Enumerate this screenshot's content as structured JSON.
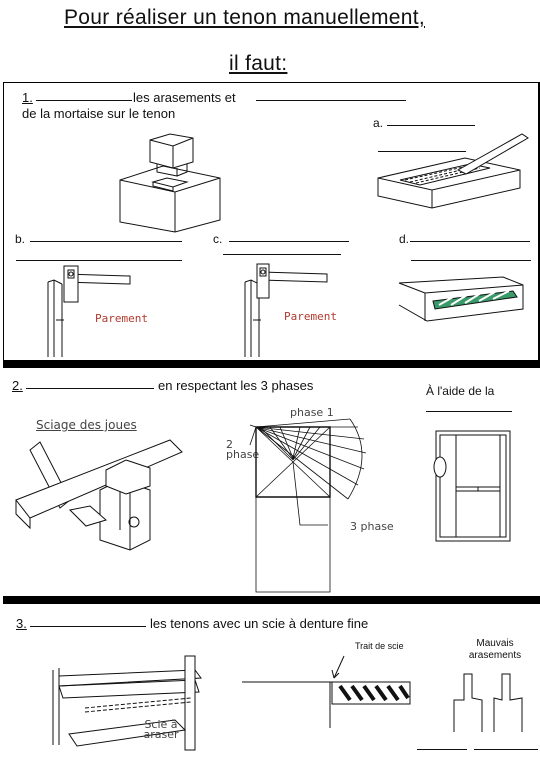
{
  "header": {
    "title_line1": "Pour réaliser un tenon manuellement,",
    "title_line2": "il faut:"
  },
  "section1": {
    "number": "1.",
    "text_part1": "les arasements et",
    "text_part2": "de la mortaise sur le tenon",
    "label_a": "a.",
    "label_b": "b.",
    "label_c": "c.",
    "label_d": "d.",
    "parement_1": "Parement",
    "parement_2": "Parement"
  },
  "section2": {
    "number": "2.",
    "text": "en respectant les 3 phases",
    "aide_text": "À l'aide de la",
    "sciage_label": "Sciage des joues",
    "phase1_label": "phase 1",
    "phase2_label": "2 phase",
    "phase3_label": "3 phase"
  },
  "section3": {
    "number": "3.",
    "text": "les tenons avec un scie à denture fine",
    "trait_label": "Trait de scie",
    "mauvais_label": "Mauvais arasements",
    "scie_label": "Scie à araser"
  },
  "colors": {
    "red_label": "#b03a2e",
    "green_hatch": "#3a9a6a",
    "frame": "#000000"
  }
}
